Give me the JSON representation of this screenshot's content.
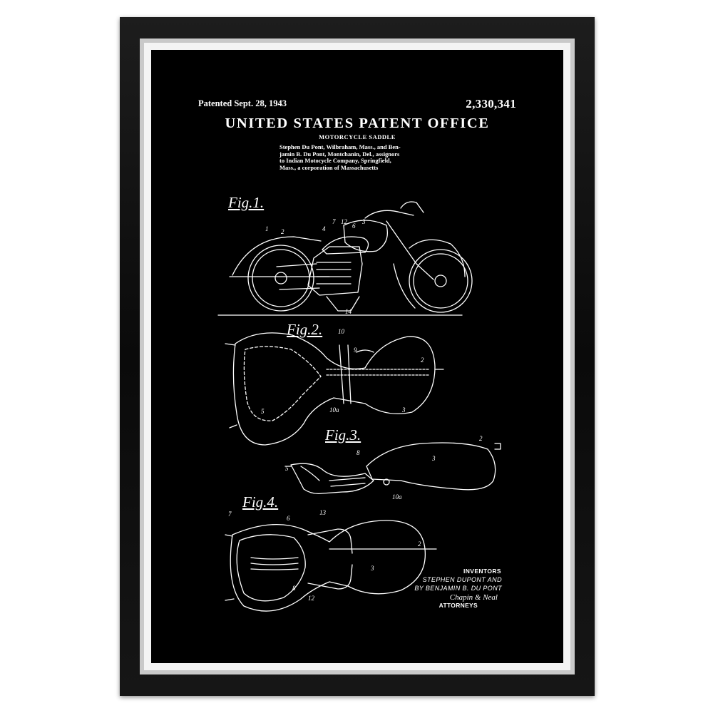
{
  "patent": {
    "patented_date": "Patented Sept. 28, 1943",
    "number": "2,330,341",
    "office": "UNITED STATES PATENT OFFICE",
    "subject": "MOTORCYCLE SADDLE",
    "assignment_lines": [
      "Stephen Du Pont, Wilbraham, Mass., and Ben-",
      "jamin B. Du Pont, Montchanin, Del., assignors",
      "to Indian Motocycle Company, Springfield,",
      "Mass., a corporation of Massachusetts"
    ],
    "figures": [
      "Fig.1.",
      "Fig.2.",
      "Fig.3.",
      "Fig.4."
    ],
    "inventors_heading": "INVENTORS",
    "inventor_line1": "STEPHEN DUPONT AND",
    "inventor_line2": "BY BENJAMIN B. DU PONT",
    "signature": "Chapin & Neal",
    "attorneys": "ATTORNEYS"
  },
  "labels": {
    "fig1": [
      "1",
      "2",
      "4",
      "7",
      "12",
      "6",
      "3",
      "14"
    ],
    "fig2": [
      "10",
      "9",
      "2",
      "5",
      "10a",
      "3"
    ],
    "fig3": [
      "2",
      "3",
      "8",
      "5",
      "10a"
    ],
    "fig4": [
      "7",
      "6",
      "13",
      "2",
      "3",
      "8",
      "12"
    ]
  },
  "colors": {
    "frame": "#111111",
    "mat": "#f4f4f4",
    "print": "#000000",
    "ink": "#ffffff"
  }
}
